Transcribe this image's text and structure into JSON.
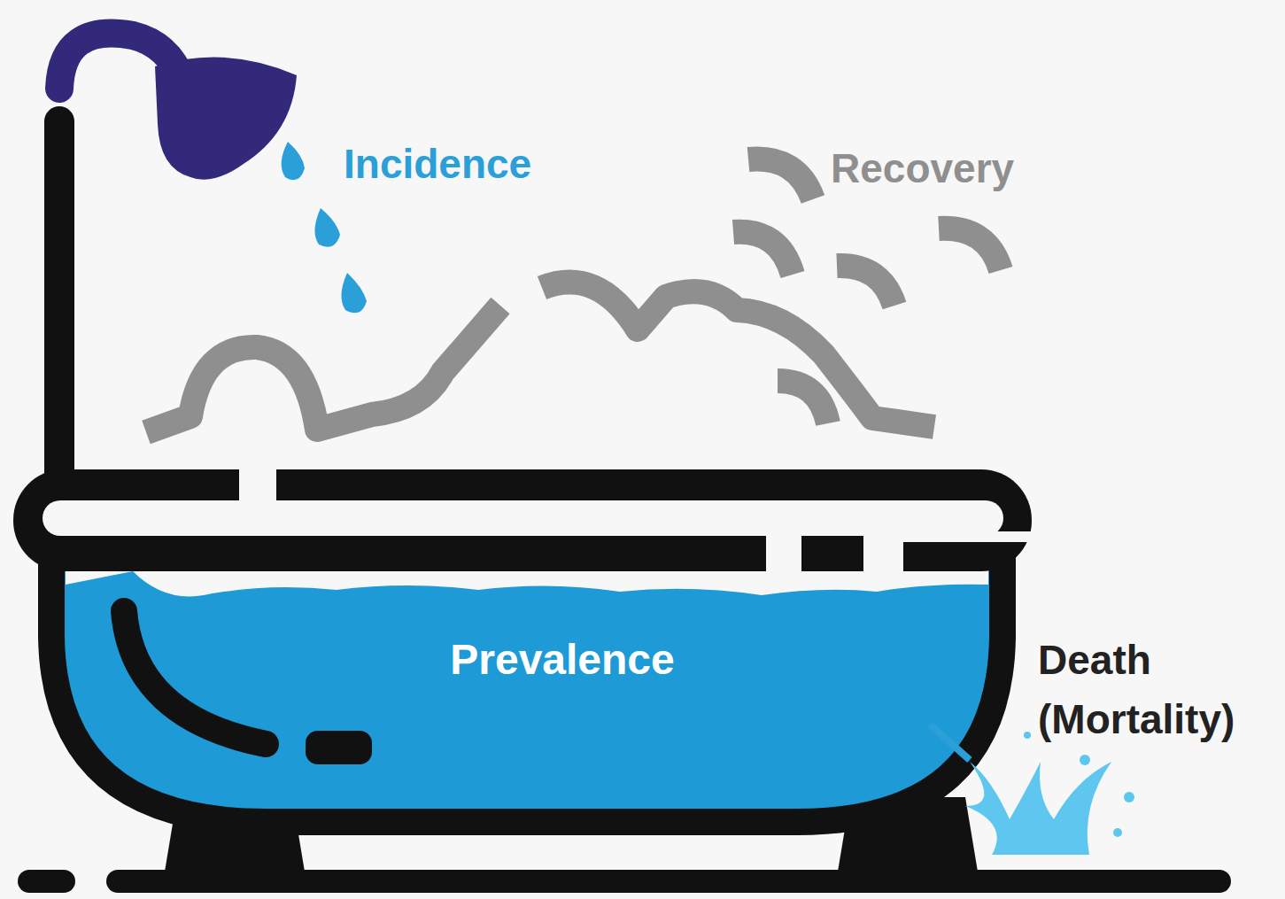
{
  "diagram": {
    "labels": [
      "Incidence",
      "Recovery",
      "Prevalence",
      "Death (Mortality)"
    ]
  }
}
